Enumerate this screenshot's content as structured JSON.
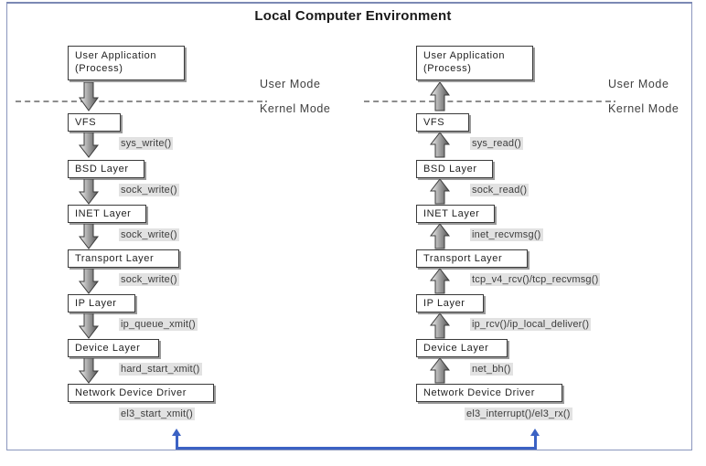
{
  "page": {
    "title": "Local Computer Environment",
    "border_color": "#8a96bd",
    "accent_color": "#7b88b4",
    "connector_color": "#3b62c4",
    "label_bg": "#e2e2e2"
  },
  "left_column": {
    "name": "transmit-path",
    "mode_labels": {
      "user": "User Mode",
      "kernel": "Kernel Mode"
    },
    "boxes": [
      {
        "label": "User Application\n(Process)",
        "line1": "User Application",
        "line2": "(Process)"
      },
      {
        "label": "VFS"
      },
      {
        "label": "BSD Layer"
      },
      {
        "label": "INET Layer"
      },
      {
        "label": "Transport Layer"
      },
      {
        "label": "IP Layer"
      },
      {
        "label": "Device Layer"
      },
      {
        "label": "Network Device Driver"
      }
    ],
    "calls": [
      "sys_write()",
      "sock_write()",
      "sock_write()",
      "sock_write()",
      "ip_queue_xmit()",
      "hard_start_xmit()"
    ],
    "driver_call": "el3_start_xmit()",
    "arrow_direction": "down"
  },
  "right_column": {
    "name": "receive-path",
    "mode_labels": {
      "user": "User Mode",
      "kernel": "Kernel Mode"
    },
    "boxes": [
      {
        "label": "User Application\n(Process)",
        "line1": "User Application",
        "line2": "(Process)"
      },
      {
        "label": "VFS"
      },
      {
        "label": "BSD Layer"
      },
      {
        "label": "INET Layer"
      },
      {
        "label": "Transport Layer"
      },
      {
        "label": "IP Layer"
      },
      {
        "label": "Device Layer"
      },
      {
        "label": "Network Device Driver"
      }
    ],
    "calls": [
      "sys_read()",
      "sock_read()",
      "inet_recvmsg()",
      "tcp_v4_rcv()/tcp_recvmsg()",
      "ip_rcv()/ip_local_deliver()",
      "net_bh()"
    ],
    "driver_call": "el3_interrupt()/el3_rx()",
    "arrow_direction": "up"
  }
}
